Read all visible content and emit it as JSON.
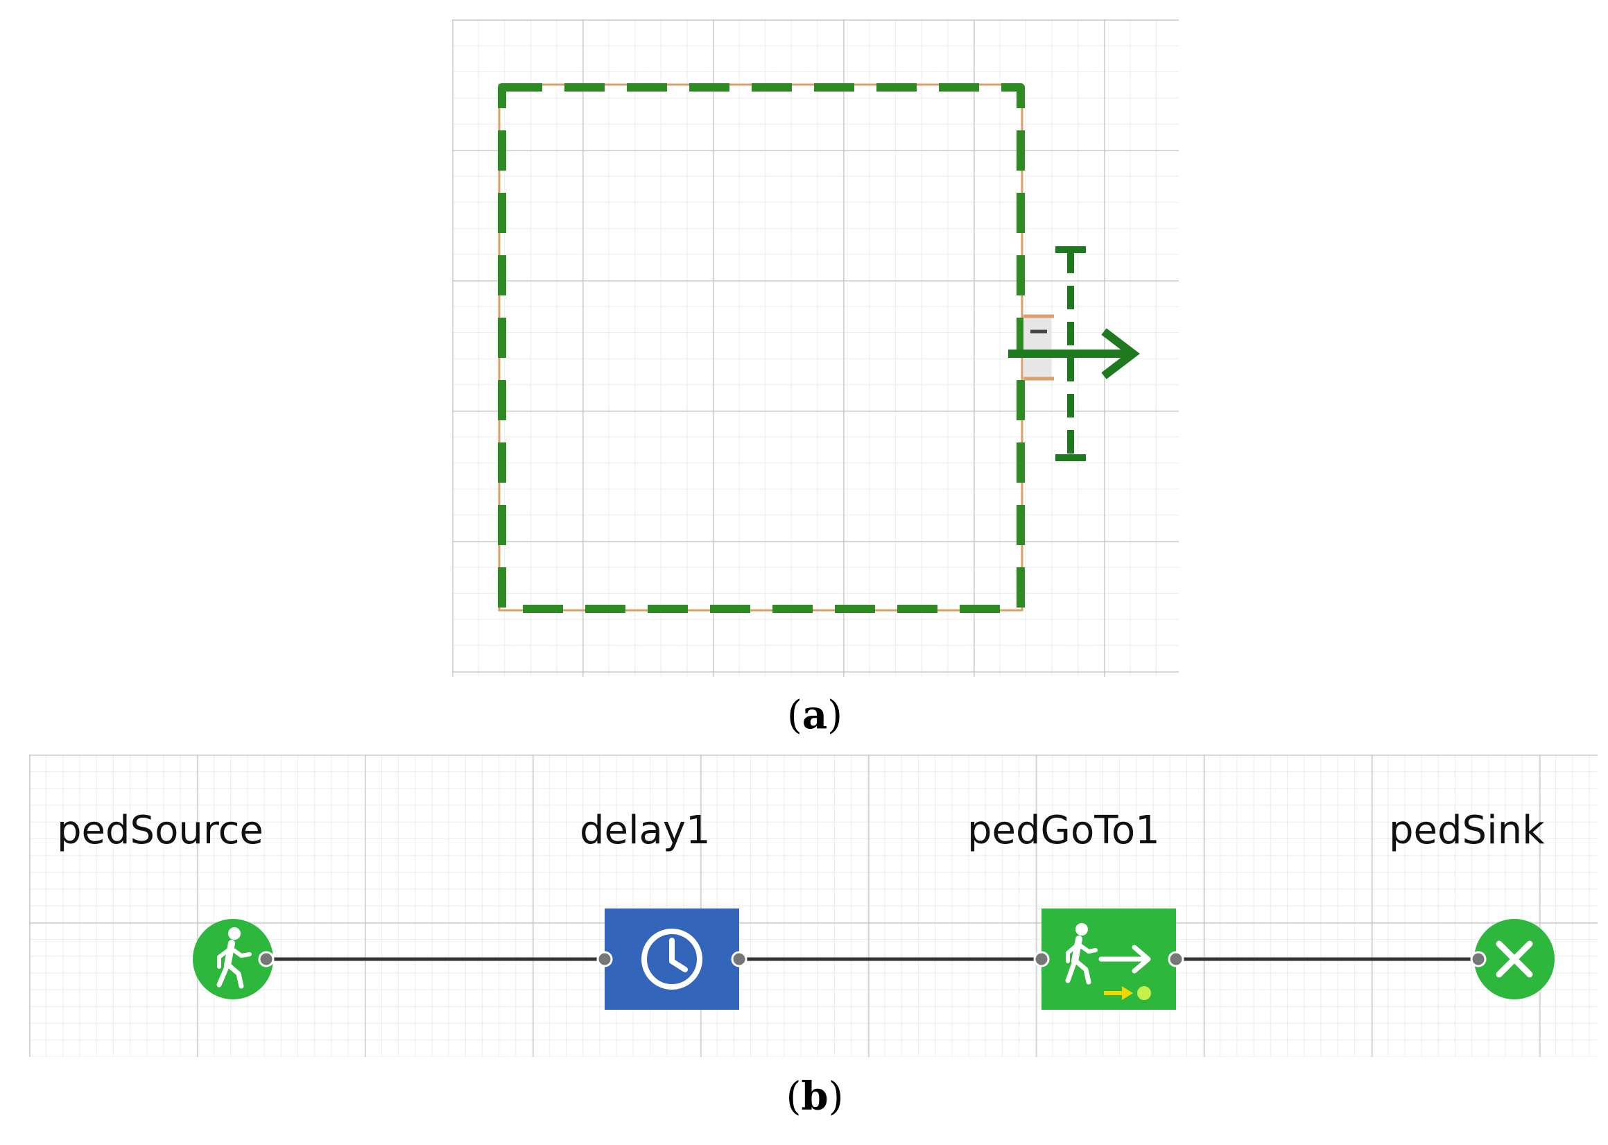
{
  "captions": {
    "a_letter": "a",
    "b_letter": "b"
  },
  "flowchart": {
    "nodes": [
      {
        "id": "pedSource",
        "label": "pedSource",
        "kind": "source",
        "icon": "walking-person-icon",
        "color": "#2db83d"
      },
      {
        "id": "delay1",
        "label": "delay1",
        "kind": "delay",
        "icon": "clock-icon",
        "color": "#3366bb"
      },
      {
        "id": "pedGoTo1",
        "label": "pedGoTo1",
        "kind": "goto",
        "icon": "pedestrian-goto-icon",
        "color": "#2db83d"
      },
      {
        "id": "pedSink",
        "label": "pedSink",
        "kind": "sink",
        "icon": "close-x-icon",
        "color": "#2db83d"
      }
    ],
    "connections": [
      [
        "pedSource",
        "delay1"
      ],
      [
        "delay1",
        "pedGoTo1"
      ],
      [
        "pedGoTo1",
        "pedSink"
      ]
    ]
  },
  "colors": {
    "area_outline": "#2e8b24",
    "wall": "#d9a06b",
    "target_line": "#1f7a1f",
    "connector": "#333333",
    "port": "#777777",
    "accent_yellow": "#f2d600",
    "accent_dot": "#c8f04a"
  }
}
